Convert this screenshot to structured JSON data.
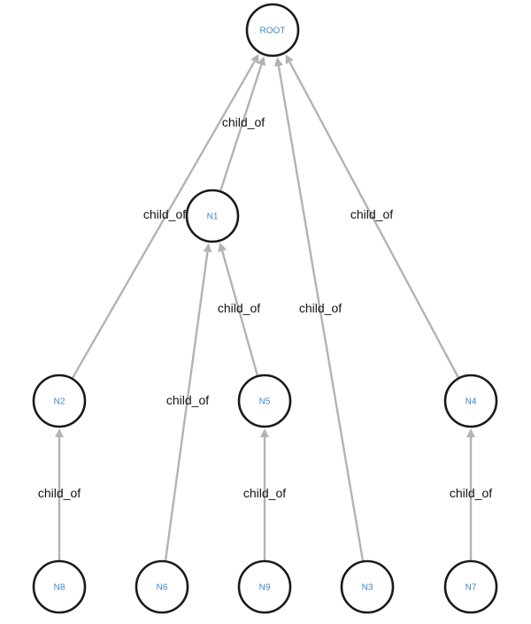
{
  "diagram": {
    "title": "",
    "colors": {
      "edge": "#b3b3b3",
      "node_border": "#1a1a1a",
      "node_fill": "#ffffff",
      "node_label": "#3d86c6",
      "edge_label": "#111111"
    },
    "nodes": [
      {
        "id": "ROOT",
        "label": "ROOT"
      },
      {
        "id": "N1",
        "label": "N1"
      },
      {
        "id": "N2",
        "label": "N2"
      },
      {
        "id": "N5",
        "label": "N5"
      },
      {
        "id": "N4",
        "label": "N4"
      },
      {
        "id": "N8",
        "label": "N8"
      },
      {
        "id": "N6",
        "label": "N6"
      },
      {
        "id": "N9",
        "label": "N9"
      },
      {
        "id": "N3",
        "label": "N3"
      },
      {
        "id": "N7",
        "label": "N7"
      }
    ],
    "edges": [
      {
        "source": "N1",
        "target": "ROOT",
        "label": "child_of"
      },
      {
        "source": "N2",
        "target": "ROOT",
        "label": "child_of"
      },
      {
        "source": "N3",
        "target": "ROOT",
        "label": "child_of"
      },
      {
        "source": "N4",
        "target": "ROOT",
        "label": "child_of"
      },
      {
        "source": "N6",
        "target": "N1",
        "label": "child_of"
      },
      {
        "source": "N5",
        "target": "N1",
        "label": "child_of"
      },
      {
        "source": "N8",
        "target": "N2",
        "label": "child_of"
      },
      {
        "source": "N9",
        "target": "N5",
        "label": "child_of"
      },
      {
        "source": "N7",
        "target": "N4",
        "label": "child_of"
      }
    ]
  }
}
